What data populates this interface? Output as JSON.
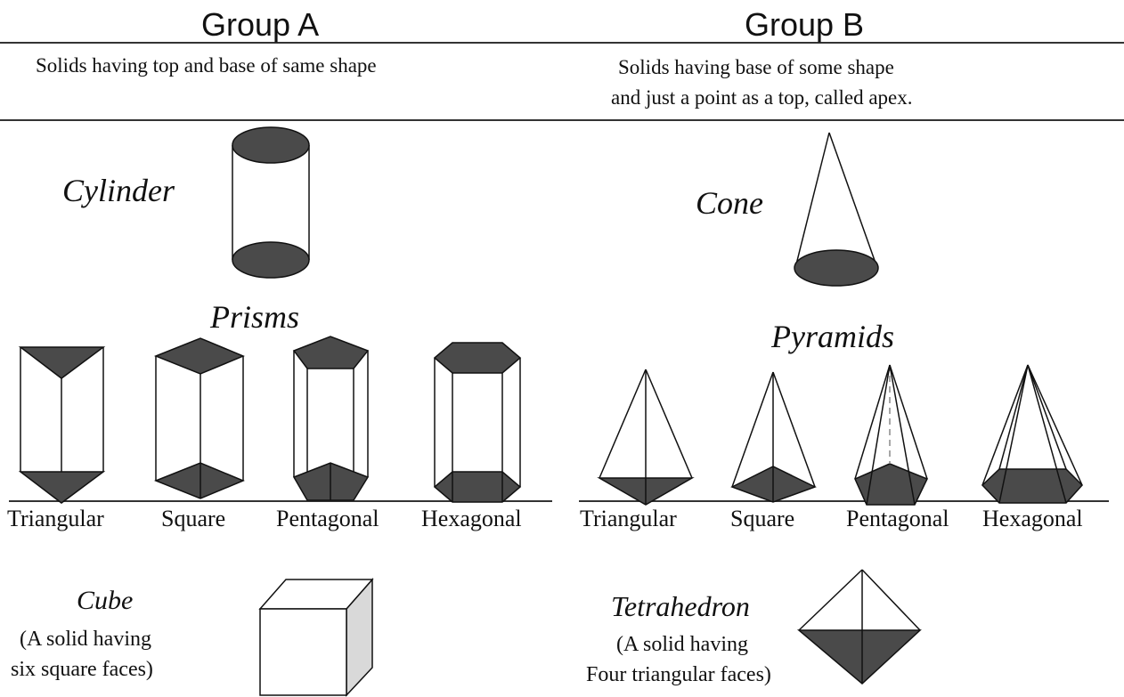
{
  "group_a": {
    "title": "Group A",
    "description": "Solids having top and base of same shape",
    "cylinder_label": "Cylinder",
    "prisms_label": "Prisms",
    "prism_types": [
      "Triangular",
      "Square",
      "Pentagonal",
      "Hexagonal"
    ],
    "cube_label": "Cube",
    "cube_note": [
      "(A solid having",
      "six square faces)"
    ]
  },
  "group_b": {
    "title": "Group B",
    "description": [
      "Solids having base of some shape",
      "and just a point as a top, called apex."
    ],
    "cone_label": "Cone",
    "pyramids_label": "Pyramids",
    "pyramid_types": [
      "Triangular",
      "Square",
      "Pentagonal",
      "Hexagonal"
    ],
    "tetrahedron_label": "Tetrahedron",
    "tetrahedron_note": [
      "(A solid having",
      "Four triangular  faces)"
    ]
  },
  "colors": {
    "face_fill": "#4a4a4a",
    "line": "#111111"
  }
}
